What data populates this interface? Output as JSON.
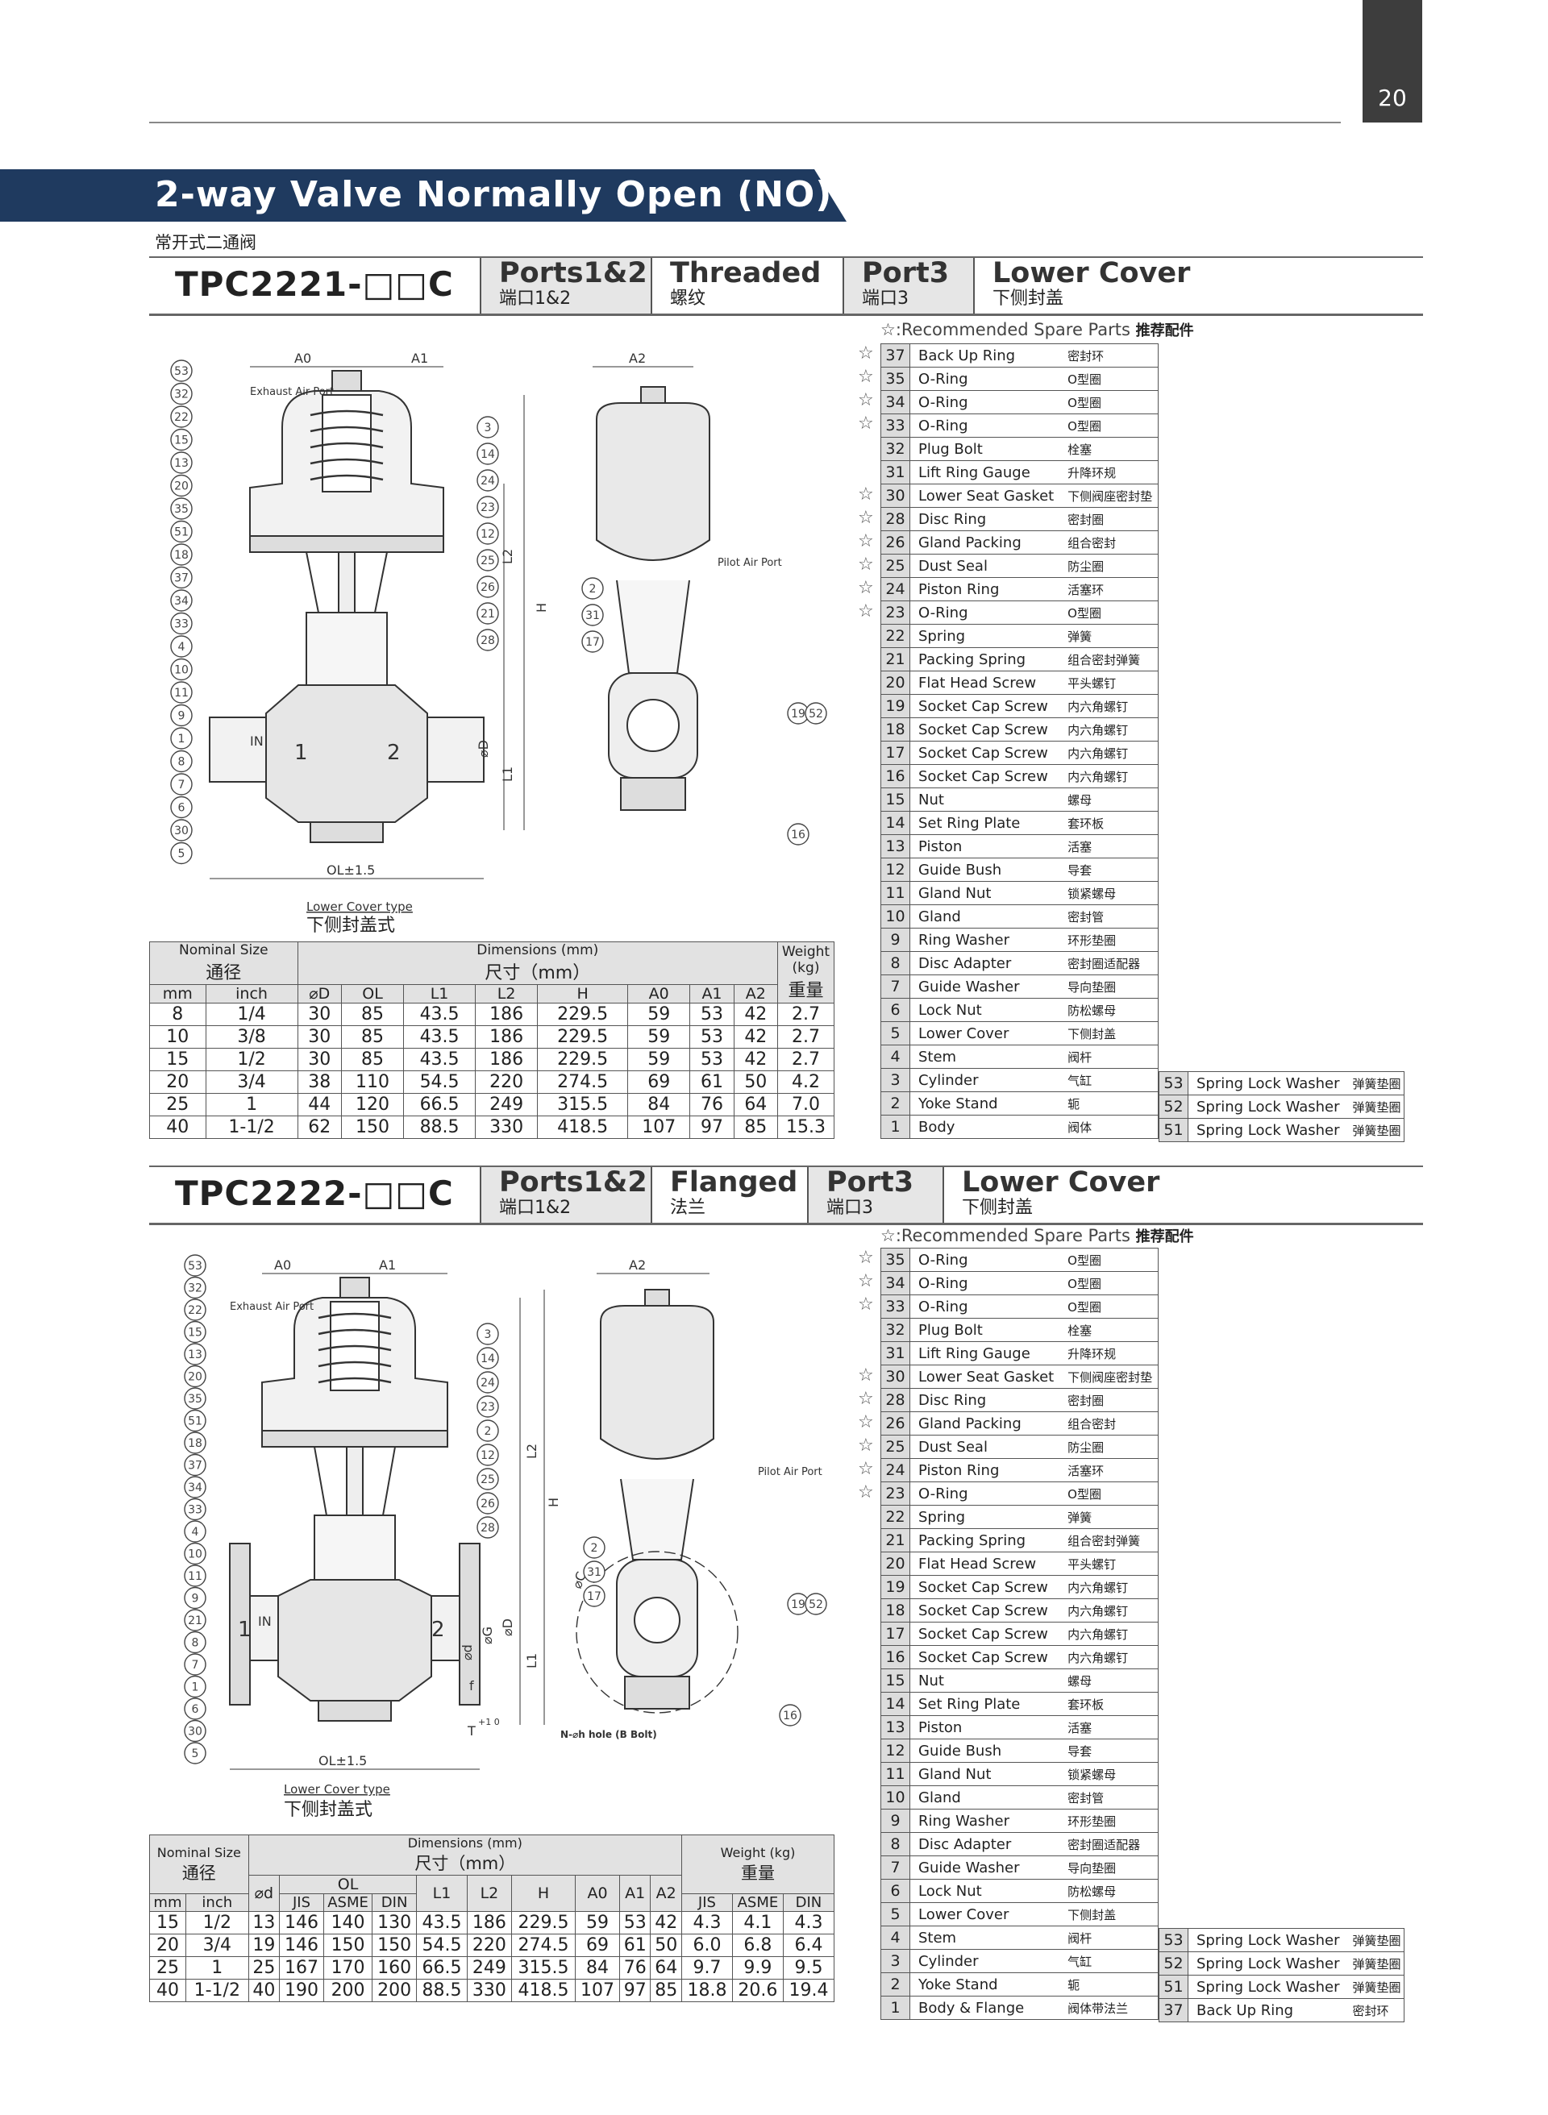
{
  "page_number": "20",
  "title": "2-way Valve Normally Open (NO)",
  "subtitle_cn": "常开式二通阀",
  "sections": [
    {
      "model": "TPC2221-□□C",
      "ports12": {
        "en": "Ports1&2",
        "cn": "端口1&2"
      },
      "connection": {
        "en": "Threaded",
        "cn": "螺纹"
      },
      "port3": {
        "en": "Port3",
        "cn": "端口3"
      },
      "port3_value": {
        "en": "Lower Cover",
        "cn": "下侧封盖"
      },
      "drawing": {
        "dims": [
          "A0",
          "A1",
          "A2",
          "L2",
          "H",
          "L1",
          "⌀D",
          "OL±1.5"
        ],
        "exhaust_port": "Exhaust Air Port",
        "pilot_port": "Pilot Air Port",
        "in_label": "IN",
        "port1": "1",
        "port2": "2",
        "caption_en": "Lower Cover type",
        "caption_cn": "下侧封盖式",
        "left_callouts": [
          "53",
          "32",
          "22",
          "15",
          "13",
          "20",
          "35",
          "51",
          "18",
          "37",
          "34",
          "33",
          "4",
          "10",
          "11",
          "9",
          "1",
          "8",
          "7",
          "6",
          "30",
          "5"
        ],
        "right_callouts": [
          "3",
          "14",
          "24",
          "23",
          "12",
          "25",
          "26",
          "21",
          "28"
        ],
        "side_callouts": [
          "2",
          "31",
          "17",
          "19",
          "52",
          "16"
        ]
      },
      "dim_table": {
        "nominal_en": "Nominal Size",
        "nominal_cn": "通径",
        "dims_en": "Dimensions (mm)",
        "dims_cn": "尺寸（mm）",
        "weight_en": "Weight (kg)",
        "weight_cn": "重量",
        "columns": [
          "mm",
          "inch",
          "⌀D",
          "OL",
          "L1",
          "L2",
          "H",
          "A0",
          "A1",
          "A2"
        ],
        "rows": [
          [
            "8",
            "1/4",
            "30",
            "85",
            "43.5",
            "186",
            "229.5",
            "59",
            "53",
            "42",
            "2.7"
          ],
          [
            "10",
            "3/8",
            "30",
            "85",
            "43.5",
            "186",
            "229.5",
            "59",
            "53",
            "42",
            "2.7"
          ],
          [
            "15",
            "1/2",
            "30",
            "85",
            "43.5",
            "186",
            "229.5",
            "59",
            "53",
            "42",
            "2.7"
          ],
          [
            "20",
            "3/4",
            "38",
            "110",
            "54.5",
            "220",
            "274.5",
            "69",
            "61",
            "50",
            "4.2"
          ],
          [
            "25",
            "1",
            "44",
            "120",
            "66.5",
            "249",
            "315.5",
            "84",
            "76",
            "64",
            "7.0"
          ],
          [
            "40",
            "1-1/2",
            "62",
            "150",
            "88.5",
            "330",
            "418.5",
            "107",
            "97",
            "85",
            "15.3"
          ]
        ]
      },
      "spare_note": "☆:Recommended Spare Parts",
      "spare_note_cn": "推荐配件",
      "parts": [
        {
          "no": "37",
          "name": "Back Up Ring",
          "cn": "密封环",
          "star": true
        },
        {
          "no": "35",
          "name": "O-Ring",
          "cn": "O型圈",
          "star": true
        },
        {
          "no": "34",
          "name": "O-Ring",
          "cn": "O型圈",
          "star": true
        },
        {
          "no": "33",
          "name": "O-Ring",
          "cn": "O型圈",
          "star": true
        },
        {
          "no": "32",
          "name": "Plug Bolt",
          "cn": "栓塞",
          "star": false
        },
        {
          "no": "31",
          "name": "Lift Ring Gauge",
          "cn": "升降环规",
          "star": false
        },
        {
          "no": "30",
          "name": "Lower Seat Gasket",
          "cn": "下侧阀座密封垫",
          "star": true
        },
        {
          "no": "28",
          "name": "Disc Ring",
          "cn": "密封圈",
          "star": true
        },
        {
          "no": "26",
          "name": "Gland Packing",
          "cn": "组合密封",
          "star": true
        },
        {
          "no": "25",
          "name": "Dust Seal",
          "cn": "防尘圈",
          "star": true
        },
        {
          "no": "24",
          "name": "Piston Ring",
          "cn": "活塞环",
          "star": true
        },
        {
          "no": "23",
          "name": "O-Ring",
          "cn": "O型圈",
          "star": true
        },
        {
          "no": "22",
          "name": "Spring",
          "cn": "弹簧",
          "star": false
        },
        {
          "no": "21",
          "name": "Packing Spring",
          "cn": "组合密封弹簧",
          "star": false
        },
        {
          "no": "20",
          "name": "Flat Head Screw",
          "cn": "平头螺钉",
          "star": false
        },
        {
          "no": "19",
          "name": "Socket Cap Screw",
          "cn": "内六角螺钉",
          "star": false
        },
        {
          "no": "18",
          "name": "Socket Cap Screw",
          "cn": "内六角螺钉",
          "star": false
        },
        {
          "no": "17",
          "name": "Socket Cap Screw",
          "cn": "内六角螺钉",
          "star": false
        },
        {
          "no": "16",
          "name": "Socket Cap Screw",
          "cn": "内六角螺钉",
          "star": false
        },
        {
          "no": "15",
          "name": "Nut",
          "cn": "螺母",
          "star": false
        },
        {
          "no": "14",
          "name": "Set Ring Plate",
          "cn": "套环板",
          "star": false
        },
        {
          "no": "13",
          "name": "Piston",
          "cn": "活塞",
          "star": false
        },
        {
          "no": "12",
          "name": "Guide Bush",
          "cn": "导套",
          "star": false
        },
        {
          "no": "11",
          "name": "Gland Nut",
          "cn": "锁紧螺母",
          "star": false
        },
        {
          "no": "10",
          "name": "Gland",
          "cn": "密封管",
          "star": false
        },
        {
          "no": "9",
          "name": "Ring Washer",
          "cn": "环形垫圈",
          "star": false
        },
        {
          "no": "8",
          "name": "Disc Adapter",
          "cn": "密封圈适配器",
          "star": false
        },
        {
          "no": "7",
          "name": "Guide Washer",
          "cn": "导向垫圈",
          "star": false
        },
        {
          "no": "6",
          "name": "Lock Nut",
          "cn": "防松螺母",
          "star": false
        },
        {
          "no": "5",
          "name": "Lower Cover",
          "cn": "下侧封盖",
          "star": false
        },
        {
          "no": "4",
          "name": "Stem",
          "cn": "阀杆",
          "star": false
        },
        {
          "no": "3",
          "name": "Cylinder",
          "cn": "气缸",
          "star": false
        },
        {
          "no": "2",
          "name": "Yoke Stand",
          "cn": "轭",
          "star": false
        },
        {
          "no": "1",
          "name": "Body",
          "cn": "阀体",
          "star": false
        }
      ],
      "parts_extra": [
        {
          "no": "53",
          "name": "Spring Lock Washer",
          "cn": "弹簧垫圈"
        },
        {
          "no": "52",
          "name": "Spring Lock Washer",
          "cn": "弹簧垫圈"
        },
        {
          "no": "51",
          "name": "Spring Lock Washer",
          "cn": "弹簧垫圈"
        }
      ]
    },
    {
      "model": "TPC2222-□□C",
      "ports12": {
        "en": "Ports1&2",
        "cn": "端口1&2"
      },
      "connection": {
        "en": "Flanged",
        "cn": "法兰"
      },
      "port3": {
        "en": "Port3",
        "cn": "端口3"
      },
      "port3_value": {
        "en": "Lower Cover",
        "cn": "下侧封盖"
      },
      "drawing": {
        "dims": [
          "A0",
          "A1",
          "A2",
          "L2",
          "H",
          "L1",
          "⌀D",
          "⌀G",
          "⌀d",
          "f",
          "T",
          "OL±1.5",
          "⌀C"
        ],
        "exhaust_port": "Exhaust Air Port",
        "pilot_port": "Pilot Air Port",
        "hole_note": "N-⌀h hole (B Bolt)",
        "tolerance": "+1 0",
        "in_label": "IN",
        "port1": "1",
        "port2": "2",
        "caption_en": "Lower Cover type",
        "caption_cn": "下侧封盖式",
        "left_callouts": [
          "53",
          "32",
          "22",
          "15",
          "13",
          "20",
          "35",
          "51",
          "18",
          "37",
          "34",
          "33",
          "4",
          "10",
          "11",
          "9",
          "21",
          "8",
          "7",
          "1",
          "6",
          "30",
          "5"
        ],
        "right_callouts": [
          "3",
          "14",
          "24",
          "23",
          "2",
          "12",
          "25",
          "26",
          "28"
        ],
        "side_callouts": [
          "2",
          "31",
          "17",
          "19",
          "52",
          "16"
        ]
      },
      "dim_table": {
        "nominal_en": "Nominal Size",
        "nominal_cn": "通径",
        "dims_en": "Dimensions (mm)",
        "dims_cn": "尺寸（mm）",
        "weight_en": "Weight (kg)",
        "weight_cn": "重量",
        "ol_label": "OL",
        "columns": [
          "mm",
          "inch",
          "⌀d",
          "JIS",
          "ASME",
          "DIN",
          "L1",
          "L2",
          "H",
          "A0",
          "A1",
          "A2",
          "JIS",
          "ASME",
          "DIN"
        ],
        "rows": [
          [
            "15",
            "1/2",
            "13",
            "146",
            "140",
            "130",
            "43.5",
            "186",
            "229.5",
            "59",
            "53",
            "42",
            "4.3",
            "4.1",
            "4.3"
          ],
          [
            "20",
            "3/4",
            "19",
            "146",
            "150",
            "150",
            "54.5",
            "220",
            "274.5",
            "69",
            "61",
            "50",
            "6.0",
            "6.8",
            "6.4"
          ],
          [
            "25",
            "1",
            "25",
            "167",
            "170",
            "160",
            "66.5",
            "249",
            "315.5",
            "84",
            "76",
            "64",
            "9.7",
            "9.9",
            "9.5"
          ],
          [
            "40",
            "1-1/2",
            "40",
            "190",
            "200",
            "200",
            "88.5",
            "330",
            "418.5",
            "107",
            "97",
            "85",
            "18.8",
            "20.6",
            "19.4"
          ]
        ]
      },
      "spare_note": "☆:Recommended Spare Parts",
      "spare_note_cn": "推荐配件",
      "parts": [
        {
          "no": "35",
          "name": "O-Ring",
          "cn": "O型圈",
          "star": true
        },
        {
          "no": "34",
          "name": "O-Ring",
          "cn": "O型圈",
          "star": true
        },
        {
          "no": "33",
          "name": "O-Ring",
          "cn": "O型圈",
          "star": true
        },
        {
          "no": "32",
          "name": "Plug Bolt",
          "cn": "栓塞",
          "star": false
        },
        {
          "no": "31",
          "name": "Lift Ring Gauge",
          "cn": "升降环规",
          "star": false
        },
        {
          "no": "30",
          "name": "Lower Seat Gasket",
          "cn": "下侧阀座密封垫",
          "star": true
        },
        {
          "no": "28",
          "name": "Disc Ring",
          "cn": "密封圈",
          "star": true
        },
        {
          "no": "26",
          "name": "Gland Packing",
          "cn": "组合密封",
          "star": true
        },
        {
          "no": "25",
          "name": "Dust Seal",
          "cn": "防尘圈",
          "star": true
        },
        {
          "no": "24",
          "name": "Piston Ring",
          "cn": "活塞环",
          "star": true
        },
        {
          "no": "23",
          "name": "O-Ring",
          "cn": "O型圈",
          "star": true
        },
        {
          "no": "22",
          "name": "Spring",
          "cn": "弹簧",
          "star": false
        },
        {
          "no": "21",
          "name": "Packing Spring",
          "cn": "组合密封弹簧",
          "star": false
        },
        {
          "no": "20",
          "name": "Flat Head Screw",
          "cn": "平头螺钉",
          "star": false
        },
        {
          "no": "19",
          "name": "Socket Cap Screw",
          "cn": "内六角螺钉",
          "star": false
        },
        {
          "no": "18",
          "name": "Socket Cap Screw",
          "cn": "内六角螺钉",
          "star": false
        },
        {
          "no": "17",
          "name": "Socket Cap Screw",
          "cn": "内六角螺钉",
          "star": false
        },
        {
          "no": "16",
          "name": "Socket Cap Screw",
          "cn": "内六角螺钉",
          "star": false
        },
        {
          "no": "15",
          "name": "Nut",
          "cn": "螺母",
          "star": false
        },
        {
          "no": "14",
          "name": "Set Ring Plate",
          "cn": "套环板",
          "star": false
        },
        {
          "no": "13",
          "name": "Piston",
          "cn": "活塞",
          "star": false
        },
        {
          "no": "12",
          "name": "Guide Bush",
          "cn": "导套",
          "star": false
        },
        {
          "no": "11",
          "name": "Gland Nut",
          "cn": "锁紧螺母",
          "star": false
        },
        {
          "no": "10",
          "name": "Gland",
          "cn": "密封管",
          "star": false
        },
        {
          "no": "9",
          "name": "Ring Washer",
          "cn": "环形垫圈",
          "star": false
        },
        {
          "no": "8",
          "name": "Disc Adapter",
          "cn": "密封圈适配器",
          "star": false
        },
        {
          "no": "7",
          "name": "Guide Washer",
          "cn": "导向垫圈",
          "star": false
        },
        {
          "no": "6",
          "name": "Lock Nut",
          "cn": "防松螺母",
          "star": false
        },
        {
          "no": "5",
          "name": "Lower Cover",
          "cn": "下侧封盖",
          "star": false
        },
        {
          "no": "4",
          "name": "Stem",
          "cn": "阀杆",
          "star": false
        },
        {
          "no": "3",
          "name": "Cylinder",
          "cn": "气缸",
          "star": false
        },
        {
          "no": "2",
          "name": "Yoke Stand",
          "cn": "轭",
          "star": false
        },
        {
          "no": "1",
          "name": "Body & Flange",
          "cn": "阀体带法兰",
          "star": false
        }
      ],
      "parts_extra": [
        {
          "no": "53",
          "name": "Spring Lock Washer",
          "cn": "弹簧垫圈"
        },
        {
          "no": "52",
          "name": "Spring Lock Washer",
          "cn": "弹簧垫圈"
        },
        {
          "no": "51",
          "name": "Spring Lock Washer",
          "cn": "弹簧垫圈"
        },
        {
          "no": "37",
          "name": "Back Up Ring",
          "cn": "密封环"
        }
      ]
    }
  ],
  "colors": {
    "banner": "#1f3a5f",
    "header_shade": "#e6e6e6",
    "tab": "#3d3d3d"
  }
}
